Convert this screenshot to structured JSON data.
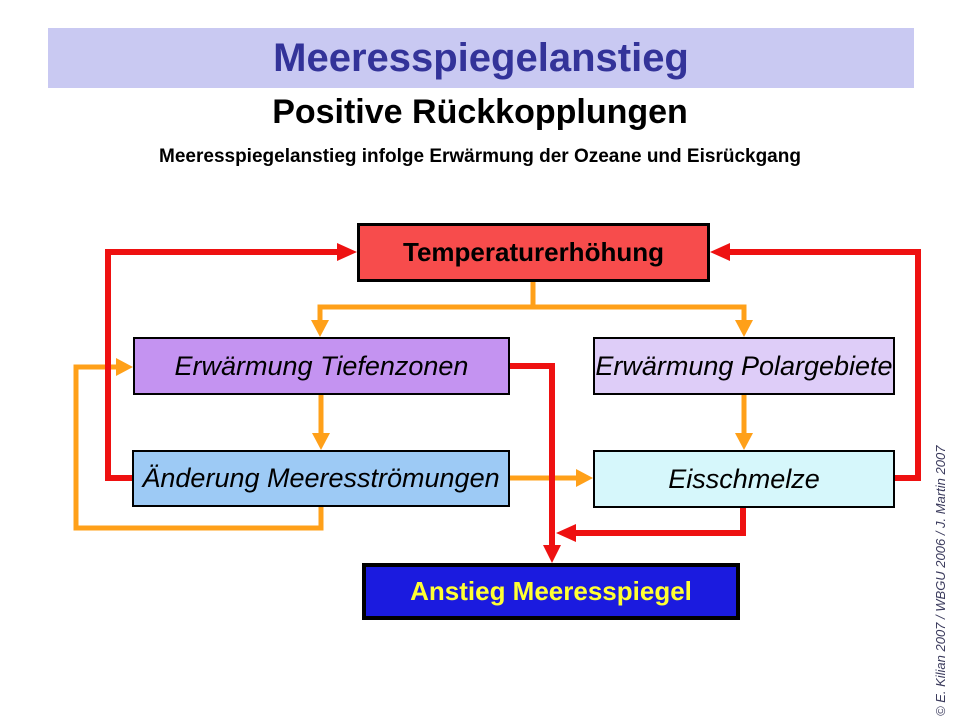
{
  "header": {
    "title": "Meeresspiegelanstieg",
    "subtitle": "Positive Rückkopplungen",
    "description": "Meeresspiegelanstieg infolge Erwärmung der Ozeane und Eisrückgang"
  },
  "diagram": {
    "nodes": [
      {
        "id": "temperaturerhoehung",
        "label": "Temperaturerhöhung"
      },
      {
        "id": "erwaermung-tiefenzonen",
        "label": "Erwärmung Tiefenzonen"
      },
      {
        "id": "erwaermung-polargebiete",
        "label": "Erwärmung Polargebiete"
      },
      {
        "id": "aenderung-meeresstroemungen",
        "label": "Änderung Meeresströmungen"
      },
      {
        "id": "eisschmelze",
        "label": "Eisschmelze"
      },
      {
        "id": "anstieg-meeresspiegel",
        "label": "Anstieg Meeresspiegel"
      }
    ]
  },
  "credit": "© E. Kilian 2007 / WBGU 2006 / J. Martin 2007",
  "colors": {
    "band_bg": "#C9C9F2",
    "title_color": "#333399",
    "text_color": "#000000",
    "box_temp_bg": "#F74C4C",
    "box_tiefenzonen_bg": "#C493F1",
    "box_polargebiete_bg": "#DECDF8",
    "box_stroemungen_bg": "#9DCAF5",
    "box_eisschmelze_bg": "#D6F7FB",
    "box_anstieg_bg": "#1B1BDF",
    "box_anstieg_text": "#FFFF33",
    "arrow_red": "#EE1111",
    "arrow_orange": "#FFA019",
    "credit_color": "#3A3A5C"
  }
}
